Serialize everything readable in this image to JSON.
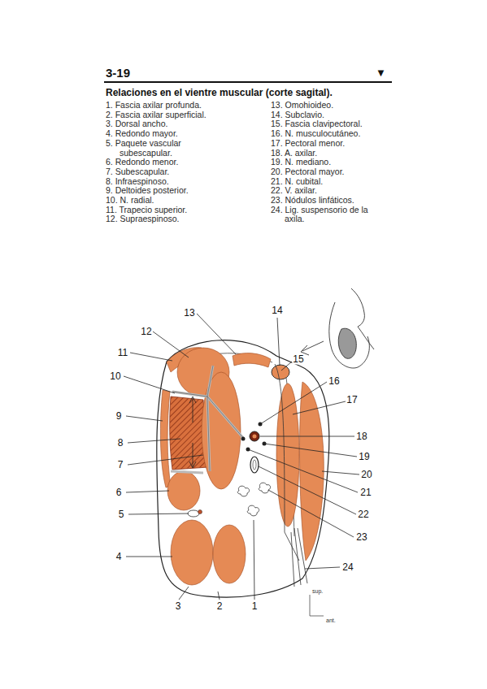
{
  "diagram": {
    "title": "Relaciones en el vientre muscular (corte sagital).",
    "labels": [
      "3-19",
      "▼",
      "1. Fascia axilar profunda.",
      "2. Fascia axilar superficial.",
      "3. Dorsal ancho.",
      "4. Redondo mayor.",
      "5. Paquete vascular subescapular.",
      "6. Redondo menor.",
      "7. Subescapular.",
      "8. Infraespinoso.",
      "9. Deltoides posterior.",
      "10. N. radial.",
      "11. Trapecio superior.",
      "12. Supraespinoso.",
      "13. Omohioideo.",
      "14. Subclavio.",
      "15. Fascia clavipectoral.",
      "16. N. musculocutáneo.",
      "17. Pectoral menor.",
      "18. A. axilar.",
      "19. N. mediano.",
      "20. Pectoral mayor.",
      "21. N. cubital.",
      "22. V. axilar.",
      "23. Nódulos linfáticos.",
      "24. Lig. suspensorio de la axila.",
      "1",
      "2",
      "3",
      "4",
      "5",
      "6",
      "7",
      "8",
      "9",
      "10",
      "11",
      "12",
      "13",
      "14",
      "15",
      "16",
      "17",
      "18",
      "19",
      "20",
      "21",
      "22",
      "23",
      "24",
      "sup.",
      "ant."
    ]
  }
}
